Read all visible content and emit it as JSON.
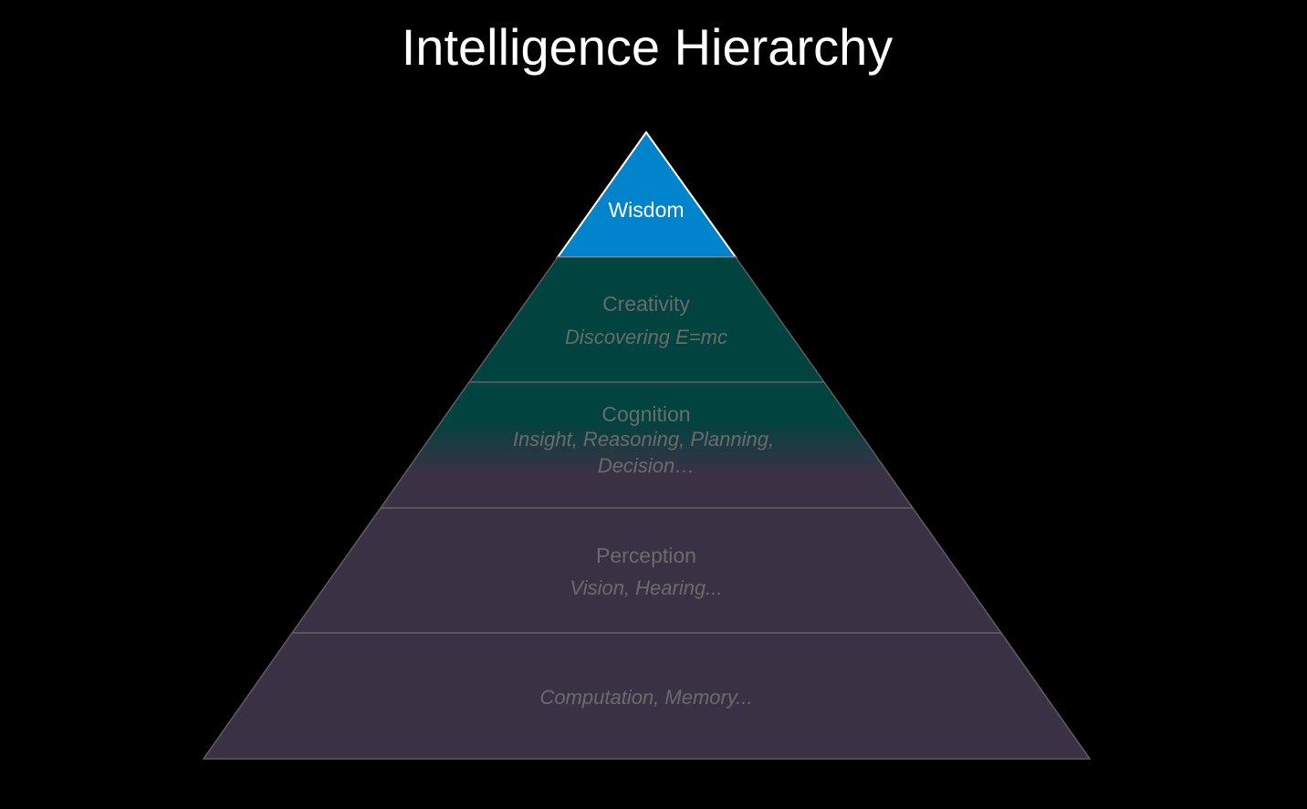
{
  "title": "Intelligence Hierarchy",
  "colors": {
    "background": "#000000",
    "wisdom_fill": "#0284CD",
    "creativity_fill": "#01433F",
    "cognition_fill_top": "#01433F",
    "cognition_fill_bottom": "#3A3145",
    "lower_fill": "#3A3145",
    "outline": "#5E5E5E",
    "wisdom_text": "#FFFFFF",
    "muted_text": "#6B6B6B"
  },
  "pyramid": {
    "levels": [
      {
        "label": "Wisdom",
        "sub": ""
      },
      {
        "label": "Creativity",
        "sub": "Discovering E=mc"
      },
      {
        "label": "Cognition",
        "sub_line1": "Insight, Reasoning, Planning,",
        "sub_line2": "Decision…"
      },
      {
        "label": "Perception",
        "sub": "Vision, Hearing..."
      },
      {
        "label": "",
        "sub": "Computation, Memory..."
      }
    ]
  }
}
